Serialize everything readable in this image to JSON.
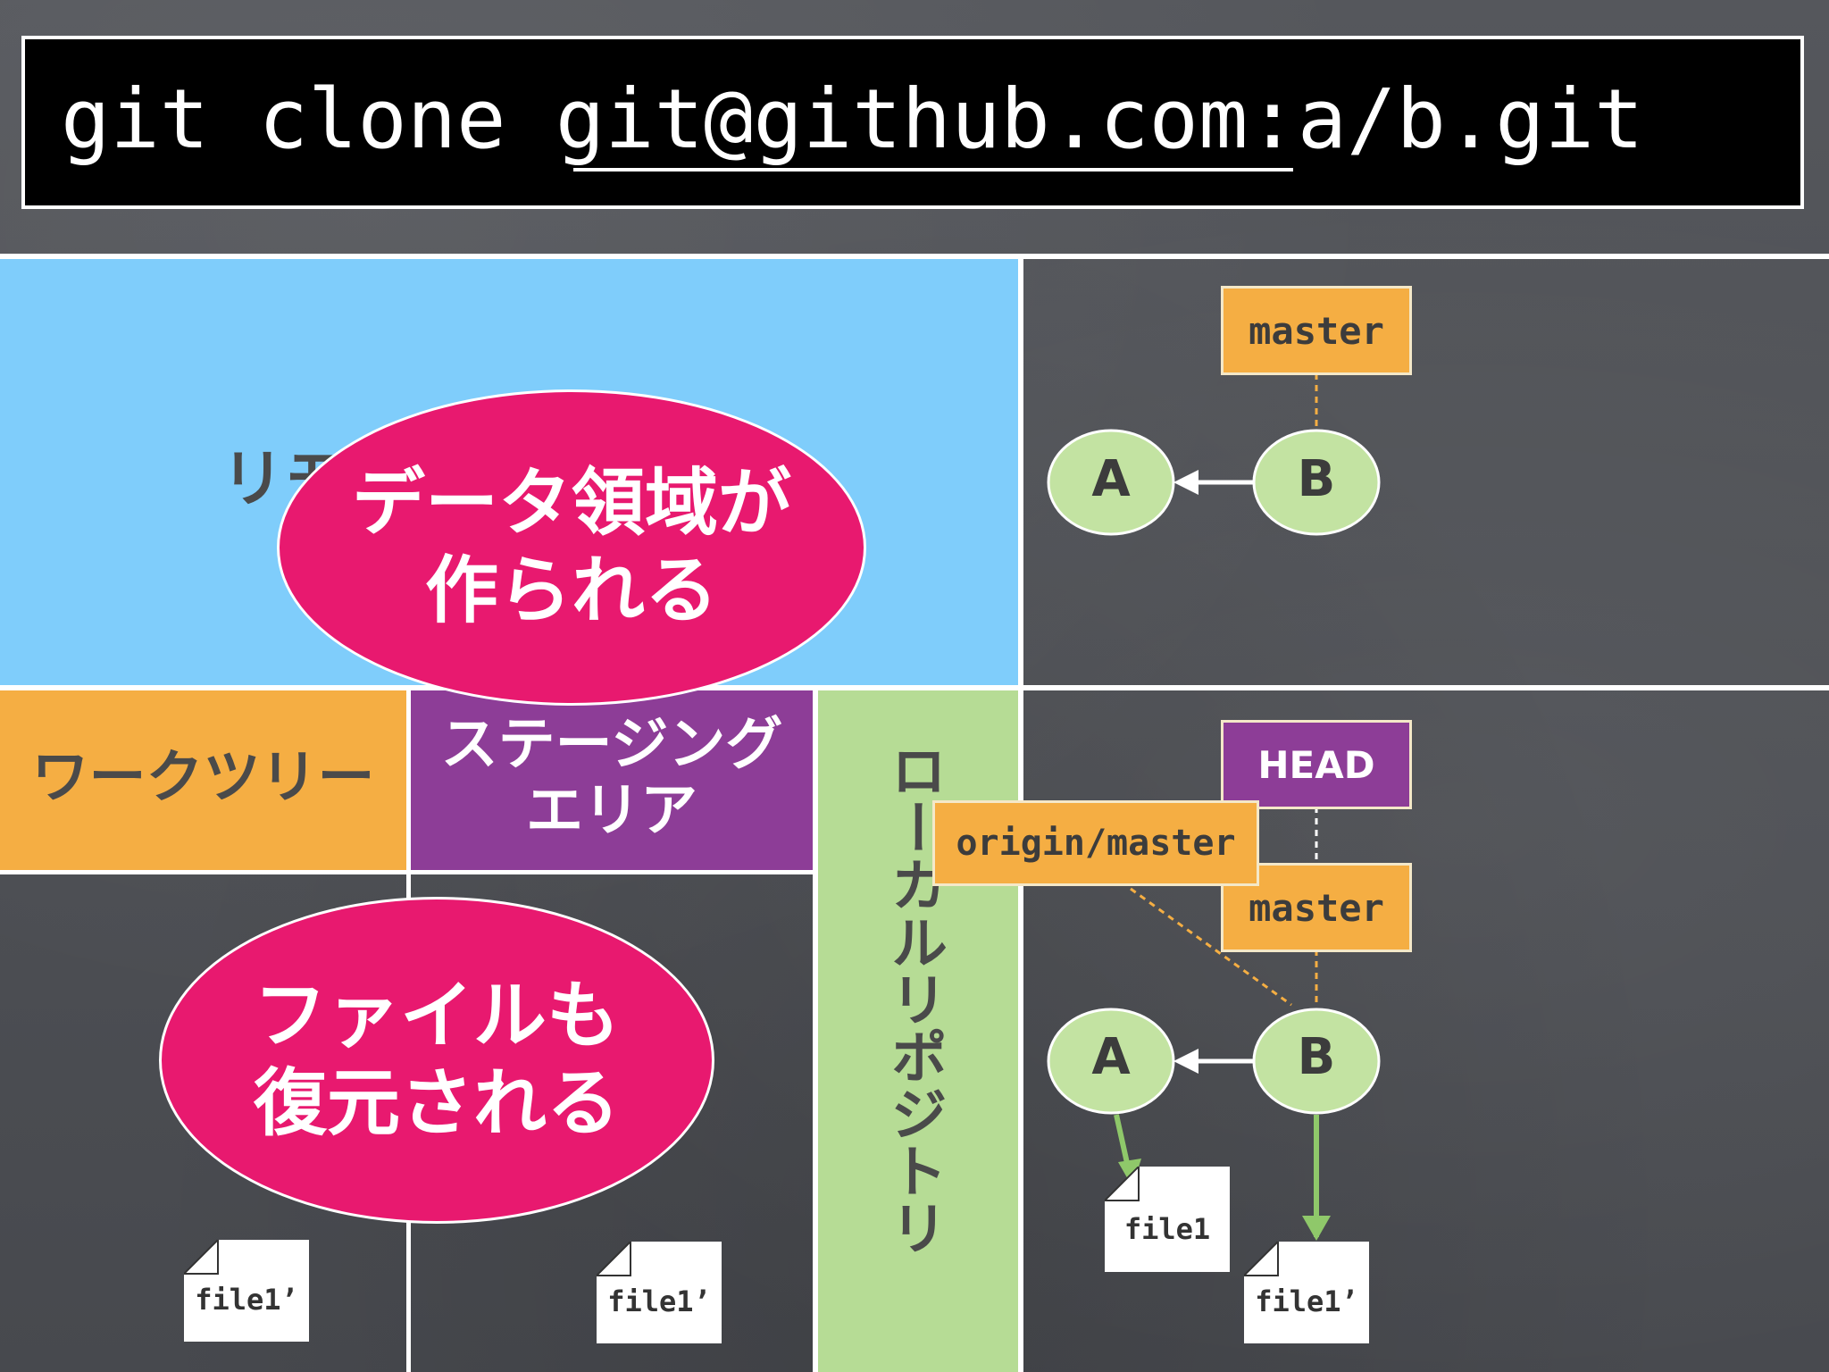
{
  "command": {
    "prefix": "git clone ",
    "url": "git@github.com",
    "suffix": ":a/b.git"
  },
  "panels": {
    "repository_partial": "リモ",
    "worktree": "ワークツリー",
    "staging_line1": "ステージング",
    "staging_line2": "エリア",
    "local_repo": "ローカルリポジトリ"
  },
  "callouts": {
    "data_area_line1": "データ領域が",
    "data_area_line2": "作られる",
    "files_line1": "ファイルも",
    "files_line2": "復元される"
  },
  "remote_graph": {
    "branch": "master",
    "commits": [
      "A",
      "B"
    ]
  },
  "local_graph": {
    "head": "HEAD",
    "remote_branch": "origin/master",
    "branch": "master",
    "commits": [
      "A",
      "B"
    ],
    "files": [
      "file1",
      "file1’"
    ]
  },
  "worktree_file": "file1’",
  "staging_file": "file1’",
  "colors": {
    "repo_blue": "#7fcdfb",
    "worktree_orange": "#f5ae43",
    "staging_purple": "#8d3d97",
    "local_green": "#b6dc95",
    "callout_pink": "#e8196f",
    "commit_green": "#c3e3a2",
    "head_purple": "#8d3d97"
  }
}
